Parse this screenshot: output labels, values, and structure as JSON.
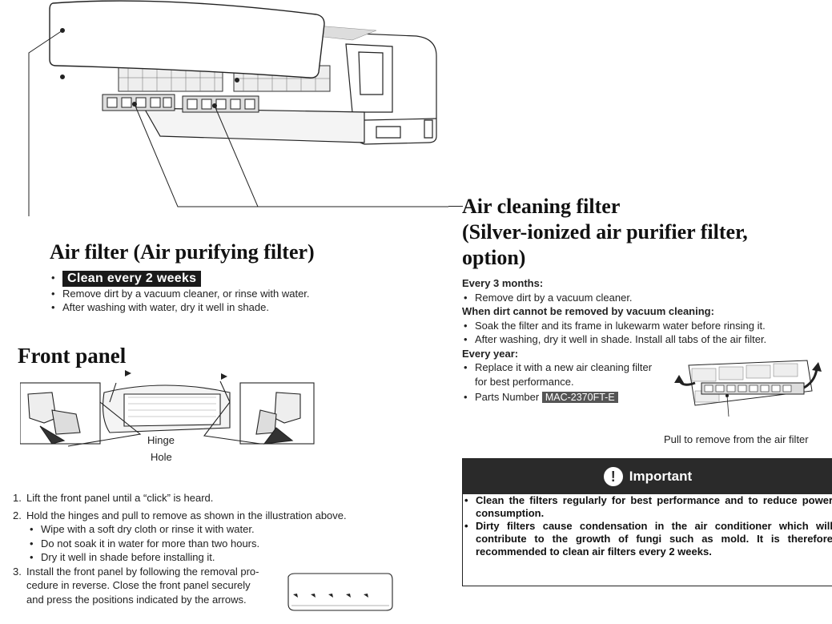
{
  "air_filter": {
    "title": "Air filter (Air purifying filter)",
    "badge": "Clean every 2 weeks",
    "bullets": [
      "Remove dirt by a vacuum cleaner, or rinse with water.",
      "After washing with water, dry it well in shade."
    ]
  },
  "front_panel": {
    "title": "Front panel",
    "hinge_label": "Hinge",
    "hole_label": "Hole",
    "steps": [
      {
        "num": "1.",
        "text": "Lift the front panel until a “click” is heard."
      },
      {
        "num": "2.",
        "text": "Hold the hinges and pull to remove as shown in the illustration above."
      },
      {
        "num": "3.",
        "text_lines": [
          "Install the front panel by following the removal pro-",
          "cedure in reverse. Close the front panel securely",
          "and press the positions indicated by the arrows."
        ]
      }
    ],
    "step2_bullets": [
      "Wipe with a soft dry cloth or rinse it with water.",
      "Do not soak it in water for more than two hours.",
      "Dry it well in shade before installing it."
    ]
  },
  "air_cleaning_filter": {
    "title_lines": [
      "Air cleaning filter",
      "(Silver-ionized air purifier filter,",
      "option)"
    ],
    "every3_heading": "Every 3 months:",
    "every3_bullets": [
      "Remove dirt by a vacuum cleaner."
    ],
    "dirt_heading": "When dirt cannot be removed by vacuum cleaning:",
    "dirt_bullets": [
      "Soak the filter and its frame in lukewarm water before rinsing it.",
      "After washing, dry it well in shade. Install all tabs of the air filter."
    ],
    "every_year_heading": "Every year:",
    "every_year_bullet_lines": [
      "Replace it with a new air cleaning filter",
      "for best performance."
    ],
    "parts_label": "Parts Number",
    "parts_number": "MAC-2370FT-E",
    "pull_caption": "Pull to remove from the air filter"
  },
  "important": {
    "icon": "exclamation-icon",
    "title": "Important",
    "items": [
      "Clean the filters regularly for best performance and to reduce power consumption.",
      "Dirty filters cause condensation in the air conditioner which will contribute to the growth of fungi such as mold. It is therefore recommended to clean air filters every 2 weeks."
    ]
  }
}
